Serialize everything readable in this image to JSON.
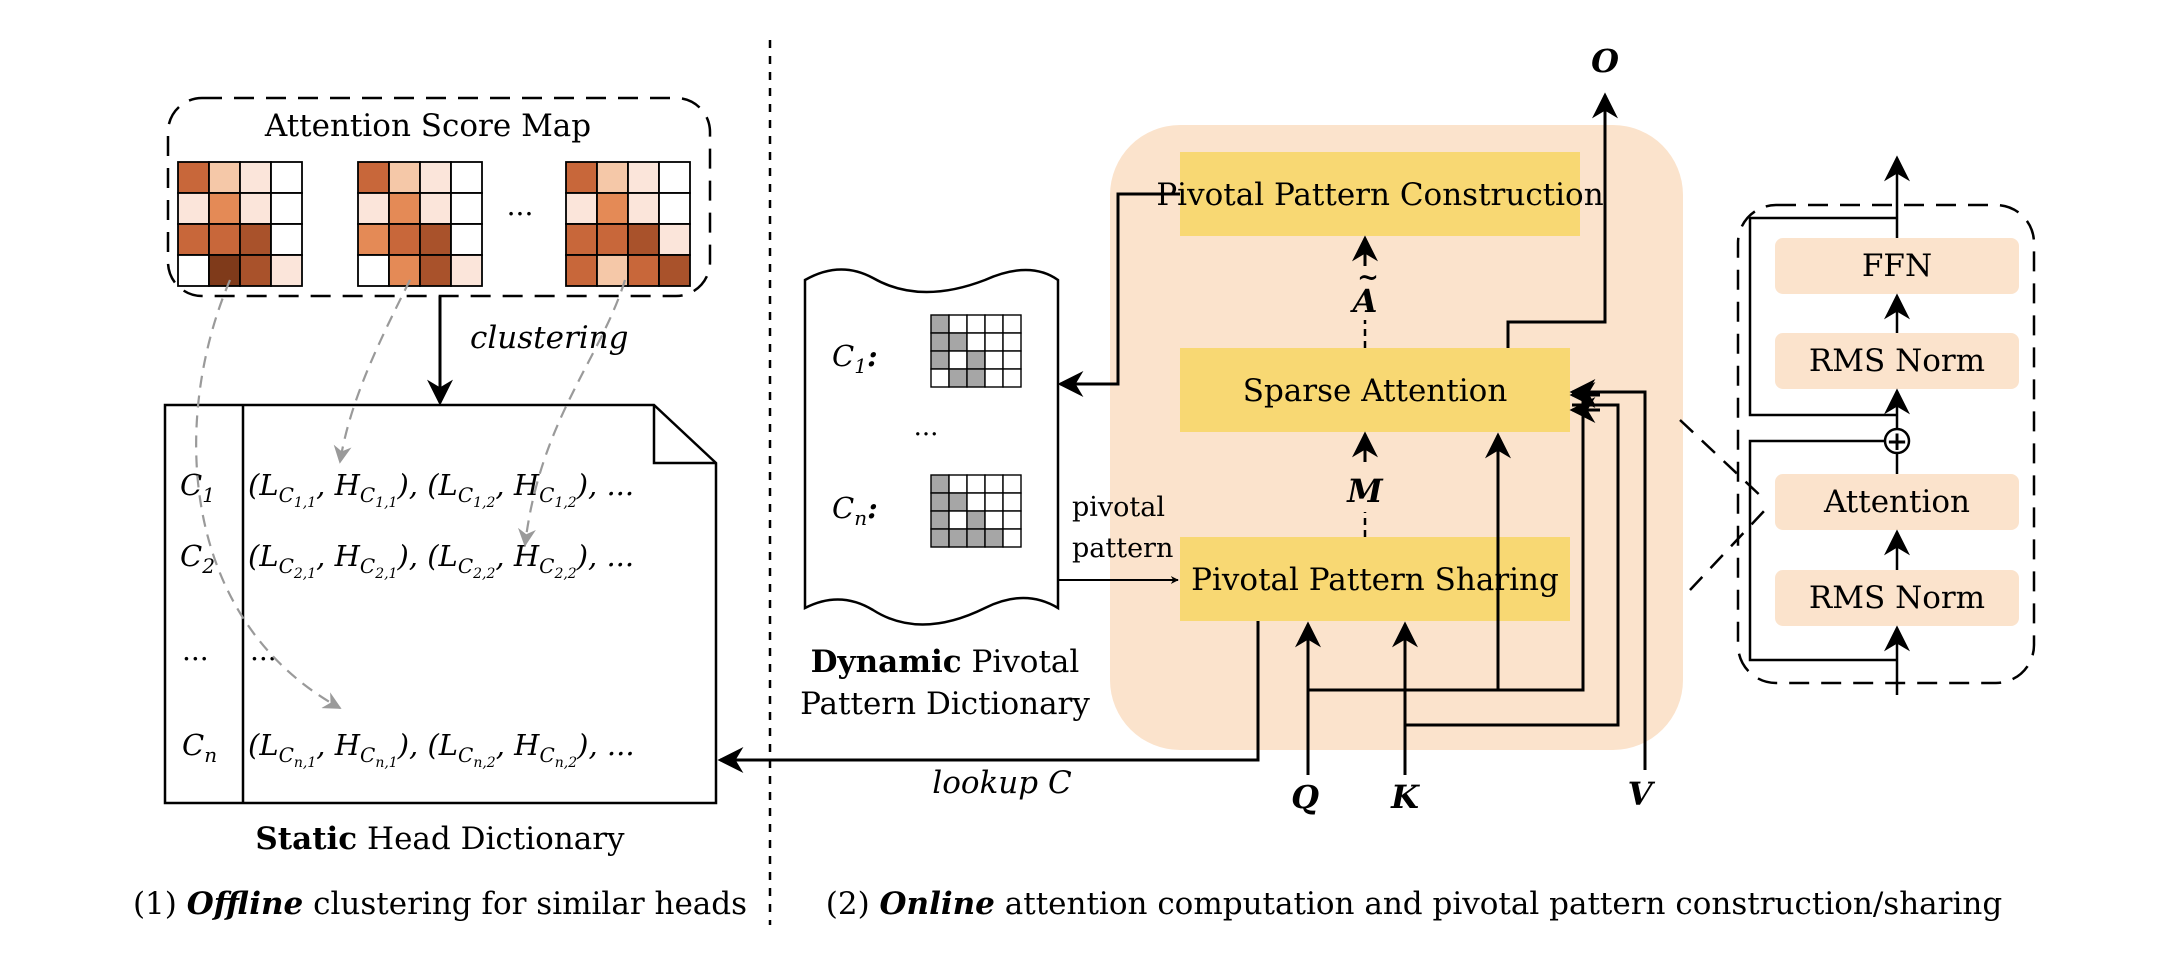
{
  "offline": {
    "attention_map_title": "Attention Score Map",
    "ellipsis": "...",
    "clustering_label": "clustering",
    "cell_colors": {
      "empty": "#ffffff",
      "faint": "#fbe5da",
      "light": "#f5c8a8",
      "mid": "#e48a56",
      "dark": "#c8673a",
      "darker": "#a9522b",
      "darkest": "#7f3a1a"
    },
    "head_dictionary": {
      "rows": [
        {
          "cluster": "C",
          "cluster_sub": "1",
          "entry_a": "(L",
          "entry_a_sub": "C",
          "entry_a_subsub": "1,1",
          "entry_b": "H",
          "entry_b_sub": "C",
          "entry_b_subsub": "1,1",
          "entry_c": "L",
          "entry_c_sub": "C",
          "entry_c_subsub": "1,2",
          "entry_d": "H",
          "entry_d_sub": "C",
          "entry_d_subsub": "1,2",
          "tail": "), ..."
        },
        {
          "cluster": "C",
          "cluster_sub": "2",
          "entry_a": "(L",
          "entry_a_sub": "C",
          "entry_a_subsub": "2,1",
          "entry_b": "H",
          "entry_b_sub": "C",
          "entry_b_subsub": "2,1",
          "entry_c": "L",
          "entry_c_sub": "C",
          "entry_c_subsub": "2,2",
          "entry_d": "H",
          "entry_d_sub": "C",
          "entry_d_subsub": "2,2",
          "tail": "), ..."
        },
        {
          "cluster": "...",
          "dots": "..."
        },
        {
          "cluster": "C",
          "cluster_sub": "n",
          "entry_a": "(L",
          "entry_a_sub": "C",
          "entry_a_subsub": "n,1",
          "entry_b": "H",
          "entry_b_sub": "C",
          "entry_b_subsub": "n,1",
          "entry_c": "L",
          "entry_c_sub": "C",
          "entry_c_subsub": "n,2",
          "entry_d": "H",
          "entry_d_sub": "C",
          "entry_d_subsub": "n,2",
          "tail": "), ..."
        }
      ],
      "caption_bold": "Static",
      "caption_rest": " Head Dictionary"
    },
    "section_caption_prefix": "(1) ",
    "section_caption_bold_italic": "Offline",
    "section_caption_rest": " clustering for similar heads"
  },
  "online": {
    "pattern_dictionary": {
      "row1_label": "C",
      "row1_sub": "1",
      "rown_label": "C",
      "rown_sub": "n",
      "colon": ":",
      "dots": "...",
      "caption_bold": "Dynamic",
      "caption_rest_1": " Pivotal",
      "caption_line2": "Pattern Dictionary",
      "cell_gray": "#a6a6a6"
    },
    "pivotal_pattern_label_1": "pivotal",
    "pivotal_pattern_label_2": "pattern",
    "lookup_label": "lookup C",
    "boxes": {
      "construction": "Pivotal Pattern Construction",
      "sparse_attention": "Sparse Attention",
      "sharing": "Pivotal Pattern Sharing"
    },
    "symbols": {
      "output": "O",
      "a_tilde": "A",
      "mask": "M",
      "query": "Q",
      "key": "K",
      "value": "V"
    },
    "block": {
      "ffn": "FFN",
      "rms_norm_top": "RMS Norm",
      "attention": "Attention",
      "rms_norm_bottom": "RMS Norm",
      "plus": "+"
    },
    "colors": {
      "panel_bg": "#fbe3cc",
      "yellow_box": "#f8d873",
      "block_box": "#fbe3cc"
    },
    "section_caption_prefix": "(2) ",
    "section_caption_bold_italic": "Online",
    "section_caption_rest": " attention computation and pivotal pattern construction/sharing"
  }
}
